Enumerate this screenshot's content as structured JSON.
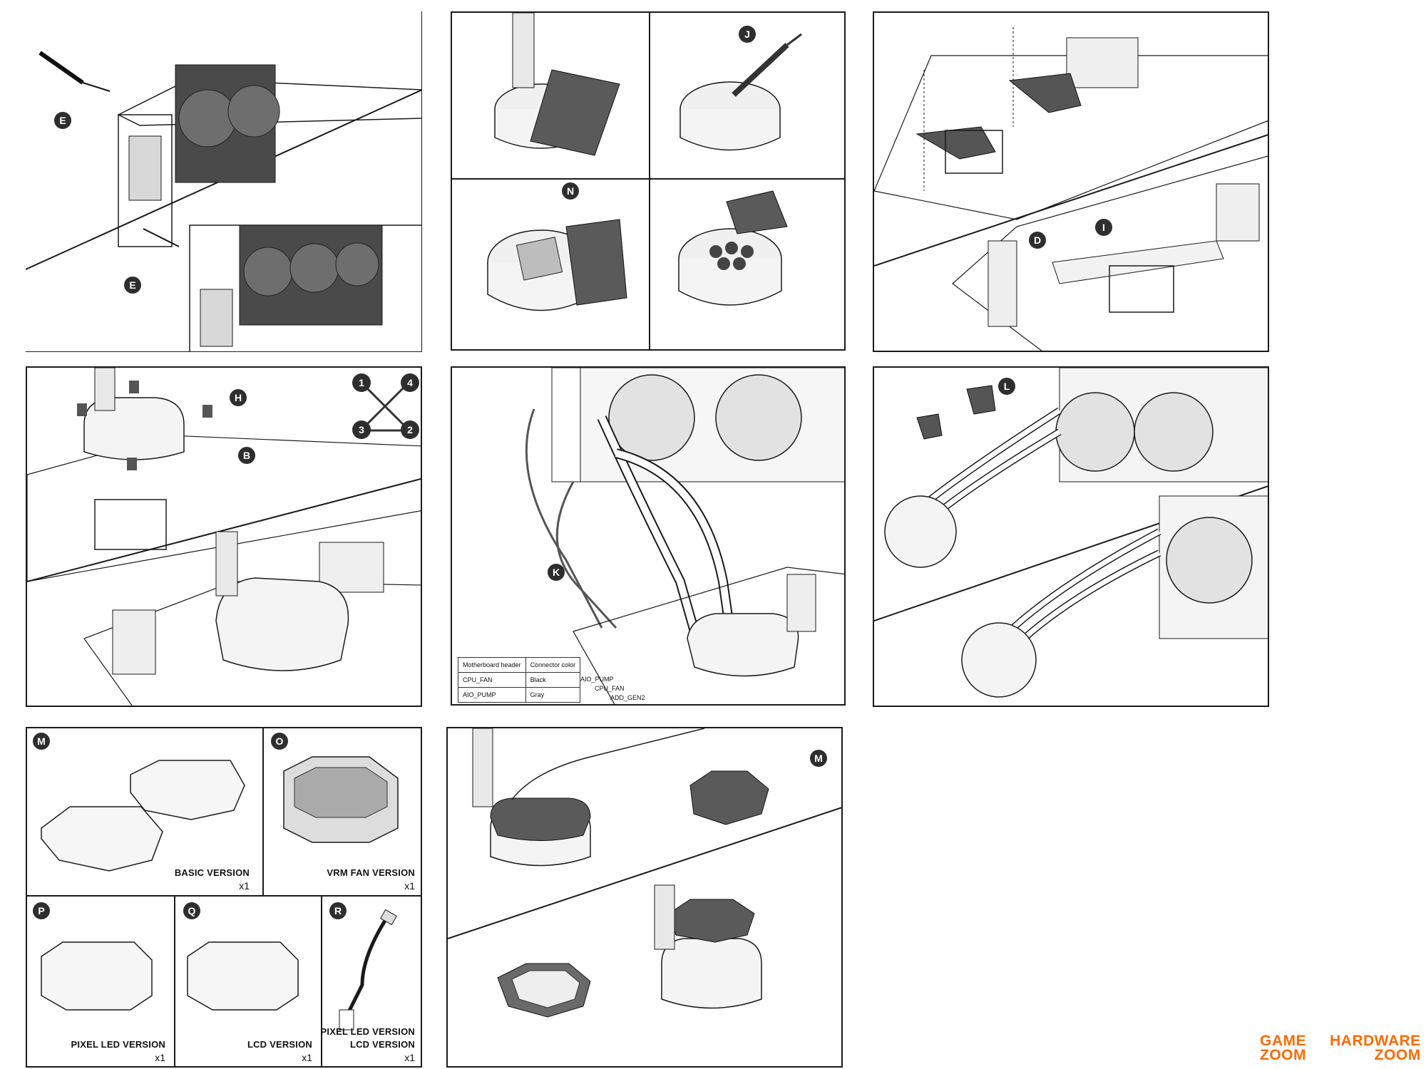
{
  "callouts": {
    "e": "E",
    "j": "J",
    "n": "N",
    "i": "I",
    "d": "D",
    "h": "H",
    "b": "B",
    "k": "K",
    "l": "L",
    "m": "M",
    "o": "O",
    "p": "P",
    "q": "Q",
    "r": "R"
  },
  "screw_order": [
    "1",
    "4",
    "3",
    "2"
  ],
  "connector_table": {
    "headers": [
      "Motherboard header",
      "Connector color"
    ],
    "rows": [
      [
        "CPU_FAN",
        "Black"
      ],
      [
        "AIO_PUMP",
        "Gray"
      ]
    ]
  },
  "header_labels": [
    "AIO_PUMP",
    "CPU_FAN",
    "ADD_GEN2"
  ],
  "versions": {
    "m": {
      "label": "BASIC VERSION",
      "qty": "x1"
    },
    "o": {
      "label": "VRM FAN VERSION",
      "qty": "x1"
    },
    "p": {
      "label": "PIXEL LED VERSION",
      "qty": "x1"
    },
    "q": {
      "label": "LCD VERSION",
      "qty": "x1"
    },
    "r": {
      "label1": "PIXEL LED VERSION",
      "label2": "LCD VERSION",
      "qty": "x1"
    }
  },
  "watermarks": {
    "gamezoom": [
      "GAME",
      "ZOOM"
    ],
    "hardwarezoom": [
      "HARDWARE",
      "ZOOM"
    ]
  },
  "colors": {
    "line": "#1a1a1a",
    "dark_fill": "#555555",
    "callout": "#2e2e2e",
    "watermark": "#ff6a00"
  }
}
